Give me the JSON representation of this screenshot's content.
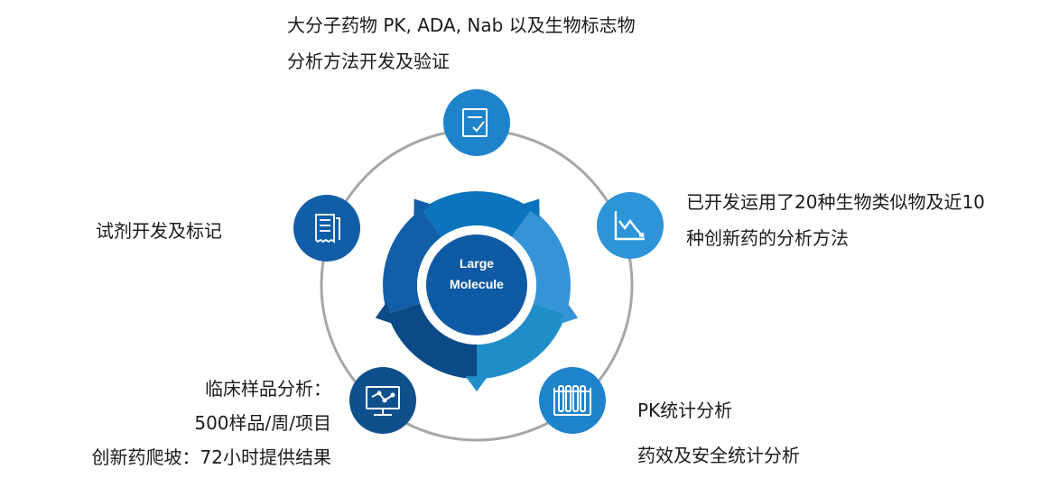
{
  "center": {
    "line1": "Large",
    "line2": "Molecule"
  },
  "nodes": {
    "top": {
      "icon": "clipboard-check-icon",
      "lines": [
        "大分子药物 PK, ADA, Nab 以及生物标志物",
        "分析方法开发及验证"
      ]
    },
    "right_top": {
      "icon": "declining-chart-icon",
      "lines": [
        "已开发运用了20种生物类似物及近10",
        "种创新药的分析方法"
      ]
    },
    "left": {
      "icon": "document-list-icon",
      "lines": [
        "试剂开发及标记"
      ]
    },
    "bottom_left": {
      "icon": "monitor-network-icon",
      "lines": [
        "临床样品分析：",
        "500样品/周/项目",
        "创新药爬坡：72小时提供结果"
      ]
    },
    "bottom_right": {
      "icon": "test-tubes-icon",
      "lines": [
        "PK统计分析",
        "药效及安全统计分析"
      ]
    }
  },
  "colors": {
    "ring": "#a7a7a7",
    "node": "#1f83cc",
    "node_dark": "#0e4f8c",
    "seg1": "#0b74bd",
    "seg2": "#3593d8",
    "seg3": "#1f8ec8",
    "seg4": "#0b4a86",
    "seg5": "#135ea8",
    "center": "#0f5aa5"
  }
}
